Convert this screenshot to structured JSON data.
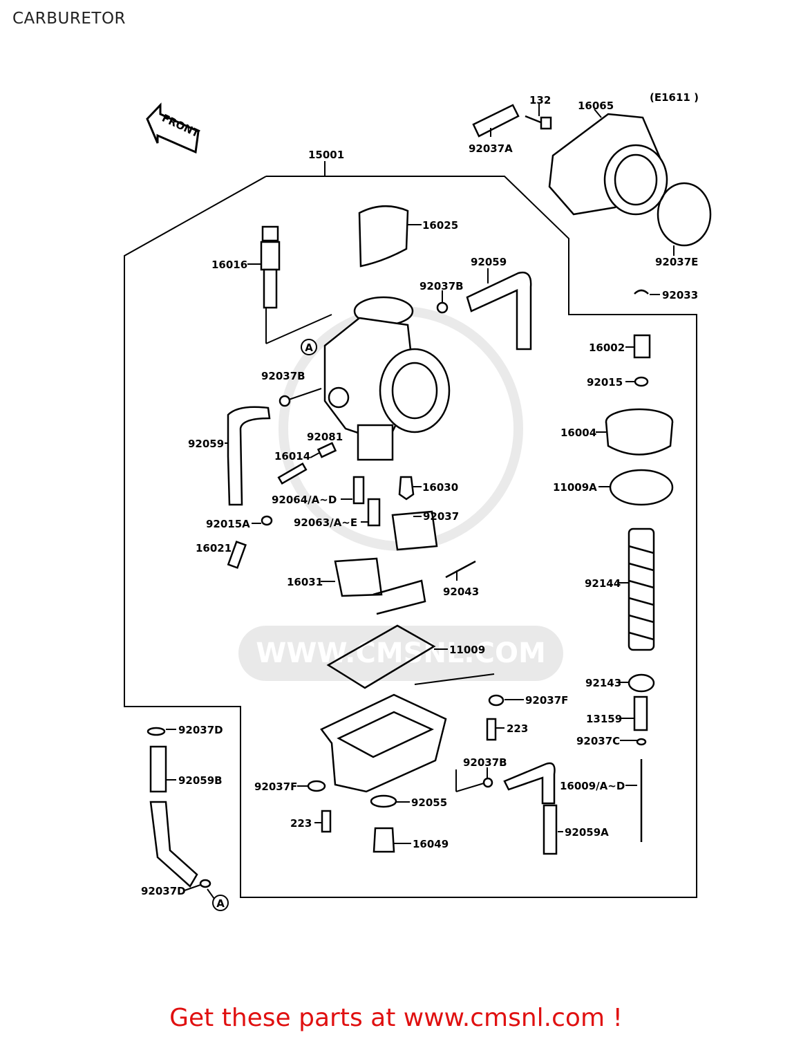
{
  "page_title": "CARBURETOR",
  "diagram_ref": "(E1611 )",
  "front_label": "FRONT",
  "watermark": "WWW.CMSNL.COM",
  "footer": "Get these parts at www.cmsnl.com !",
  "callouts": [
    {
      "id": "c15001",
      "text": "15001"
    },
    {
      "id": "c132",
      "text": "132"
    },
    {
      "id": "c16065",
      "text": "16065"
    },
    {
      "id": "c92037A",
      "text": "92037A"
    },
    {
      "id": "c16025",
      "text": "16025"
    },
    {
      "id": "c16016",
      "text": "16016"
    },
    {
      "id": "c92059a",
      "text": "92059"
    },
    {
      "id": "c92037B1",
      "text": "92037B"
    },
    {
      "id": "c92037E",
      "text": "92037E"
    },
    {
      "id": "c92033",
      "text": "92033"
    },
    {
      "id": "c16002",
      "text": "16002"
    },
    {
      "id": "c92037B2",
      "text": "92037B"
    },
    {
      "id": "c92015",
      "text": "92015"
    },
    {
      "id": "c16004",
      "text": "16004"
    },
    {
      "id": "c92059b",
      "text": "92059"
    },
    {
      "id": "c92081",
      "text": "92081"
    },
    {
      "id": "c16014",
      "text": "16014"
    },
    {
      "id": "c16030",
      "text": "16030"
    },
    {
      "id": "c11009A",
      "text": "11009A"
    },
    {
      "id": "c92064",
      "text": "92064/A~D"
    },
    {
      "id": "c92015A",
      "text": "92015A"
    },
    {
      "id": "c92063",
      "text": "92063/A~E"
    },
    {
      "id": "c92037",
      "text": "92037"
    },
    {
      "id": "c16021",
      "text": "16021"
    },
    {
      "id": "c16031",
      "text": "16031"
    },
    {
      "id": "c92043",
      "text": "92043"
    },
    {
      "id": "c92144",
      "text": "92144"
    },
    {
      "id": "c11009",
      "text": "11009"
    },
    {
      "id": "c92143",
      "text": "92143"
    },
    {
      "id": "c92037F1",
      "text": "92037F"
    },
    {
      "id": "c13159",
      "text": "13159"
    },
    {
      "id": "c92037D1",
      "text": "92037D"
    },
    {
      "id": "c223a",
      "text": "223"
    },
    {
      "id": "c92037C",
      "text": "92037C"
    },
    {
      "id": "c92037B3",
      "text": "92037B"
    },
    {
      "id": "c92059B",
      "text": "92059B"
    },
    {
      "id": "c92037F2",
      "text": "92037F"
    },
    {
      "id": "c16009",
      "text": "16009/A~D"
    },
    {
      "id": "c92055",
      "text": "92055"
    },
    {
      "id": "c223b",
      "text": "223"
    },
    {
      "id": "c92059A",
      "text": "92059A"
    },
    {
      "id": "c16049",
      "text": "16049"
    },
    {
      "id": "c92037D2",
      "text": "92037D"
    }
  ],
  "markers": [
    "A",
    "A"
  ]
}
